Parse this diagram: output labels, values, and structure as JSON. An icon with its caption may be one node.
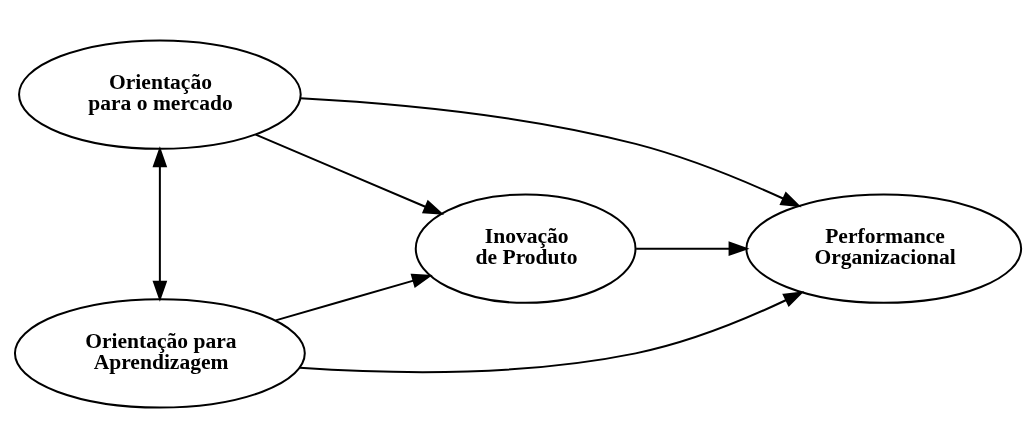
{
  "diagram": {
    "nodes": [
      {
        "text": [
          "Orientação para o mercado"
        ]
      },
      {
        "text": [
          "Orientação para Aprendizagem"
        ]
      },
      {
        "text": [
          "Inovação de Produto"
        ]
      },
      {
        "text": [
          "Performance Organizacional"
        ]
      }
    ],
    "edges": [
      {
        "from": 0,
        "to": 1,
        "arrow": "both"
      },
      {
        "from": 0,
        "to": 2,
        "arrow": "to"
      },
      {
        "from": 1,
        "to": 2,
        "arrow": "to"
      },
      {
        "from": 2,
        "to": 3,
        "arrow": "to"
      },
      {
        "from": 0,
        "to": 3,
        "arrow": "to"
      },
      {
        "from": 1,
        "to": 3,
        "arrow": "to"
      }
    ]
  }
}
